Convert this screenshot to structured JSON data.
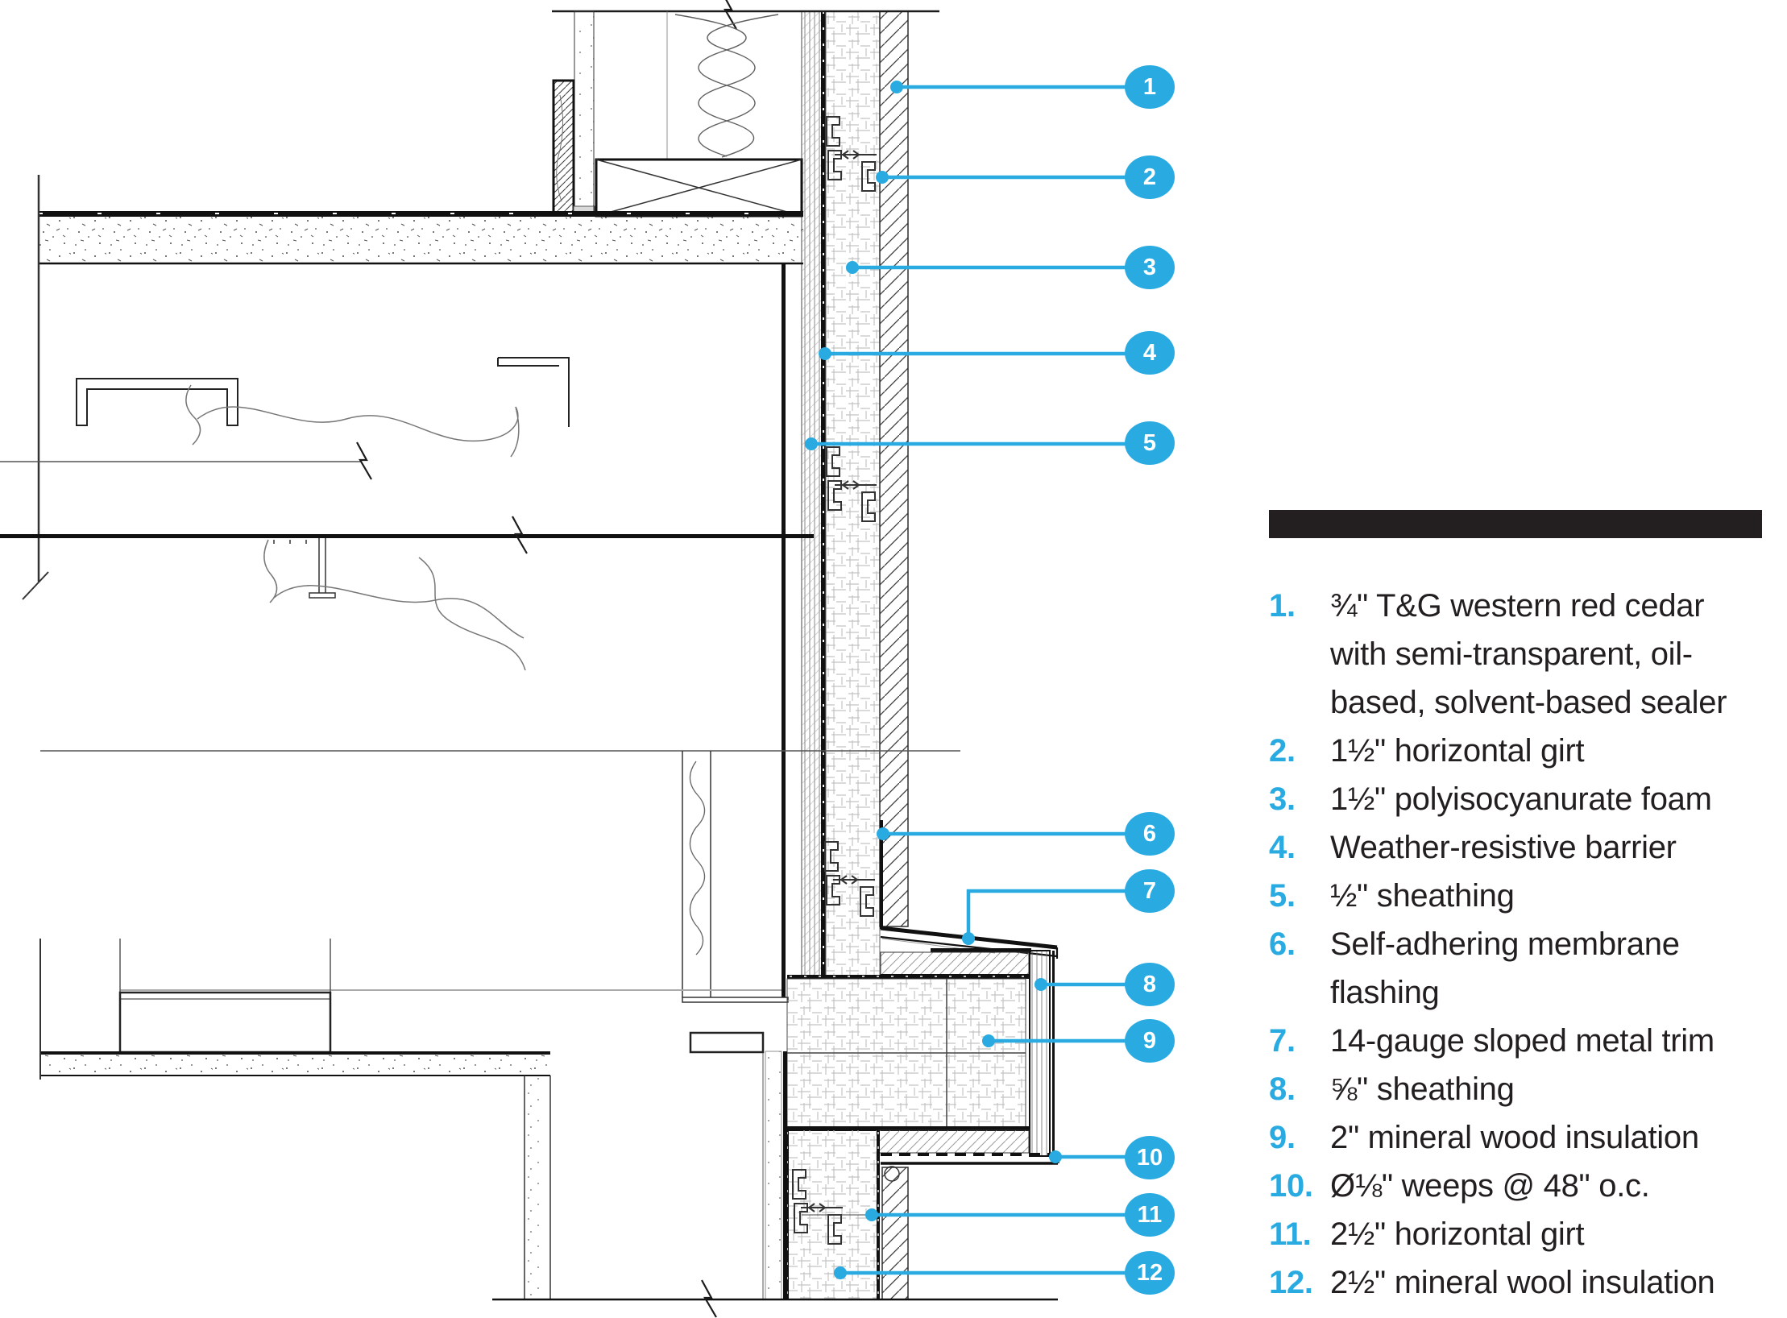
{
  "figure": {
    "type": "architectural-wall-section-detail",
    "header_bar": ""
  },
  "colors": {
    "accent": "#29abe2",
    "ink": "#231f20",
    "line": "#1b1b1b"
  },
  "callouts": [
    {
      "label": "1"
    },
    {
      "label": "2"
    },
    {
      "label": "3"
    },
    {
      "label": "4"
    },
    {
      "label": "5"
    },
    {
      "label": "6"
    },
    {
      "label": "7"
    },
    {
      "label": "8"
    },
    {
      "label": "9"
    },
    {
      "label": "10"
    },
    {
      "label": "11"
    },
    {
      "label": "12"
    }
  ],
  "legend": {
    "items": [
      {
        "num": "1.",
        "text": "¾\" T&G western red cedar with semi-transparent, oil-based, solvent-based sealer"
      },
      {
        "num": "2.",
        "text": "1½\" horizontal girt"
      },
      {
        "num": "3.",
        "text": "1½\" polyisocyanurate foam"
      },
      {
        "num": "4.",
        "text": "Weather-resistive barrier"
      },
      {
        "num": "5.",
        "text": "½\" sheathing"
      },
      {
        "num": "6.",
        "text": "Self-adhering membrane flashing"
      },
      {
        "num": "7.",
        "text": "14-gauge sloped metal trim"
      },
      {
        "num": "8.",
        "text": "⅝\" sheathing"
      },
      {
        "num": "9.",
        "text": "2\" mineral wood insulation"
      },
      {
        "num": "10.",
        "text": "Ø⅛\" weeps @ 48\" o.c."
      },
      {
        "num": "11.",
        "text": "2½\" horizontal girt"
      },
      {
        "num": "12.",
        "text": "2½\" mineral wool insulation"
      }
    ]
  }
}
